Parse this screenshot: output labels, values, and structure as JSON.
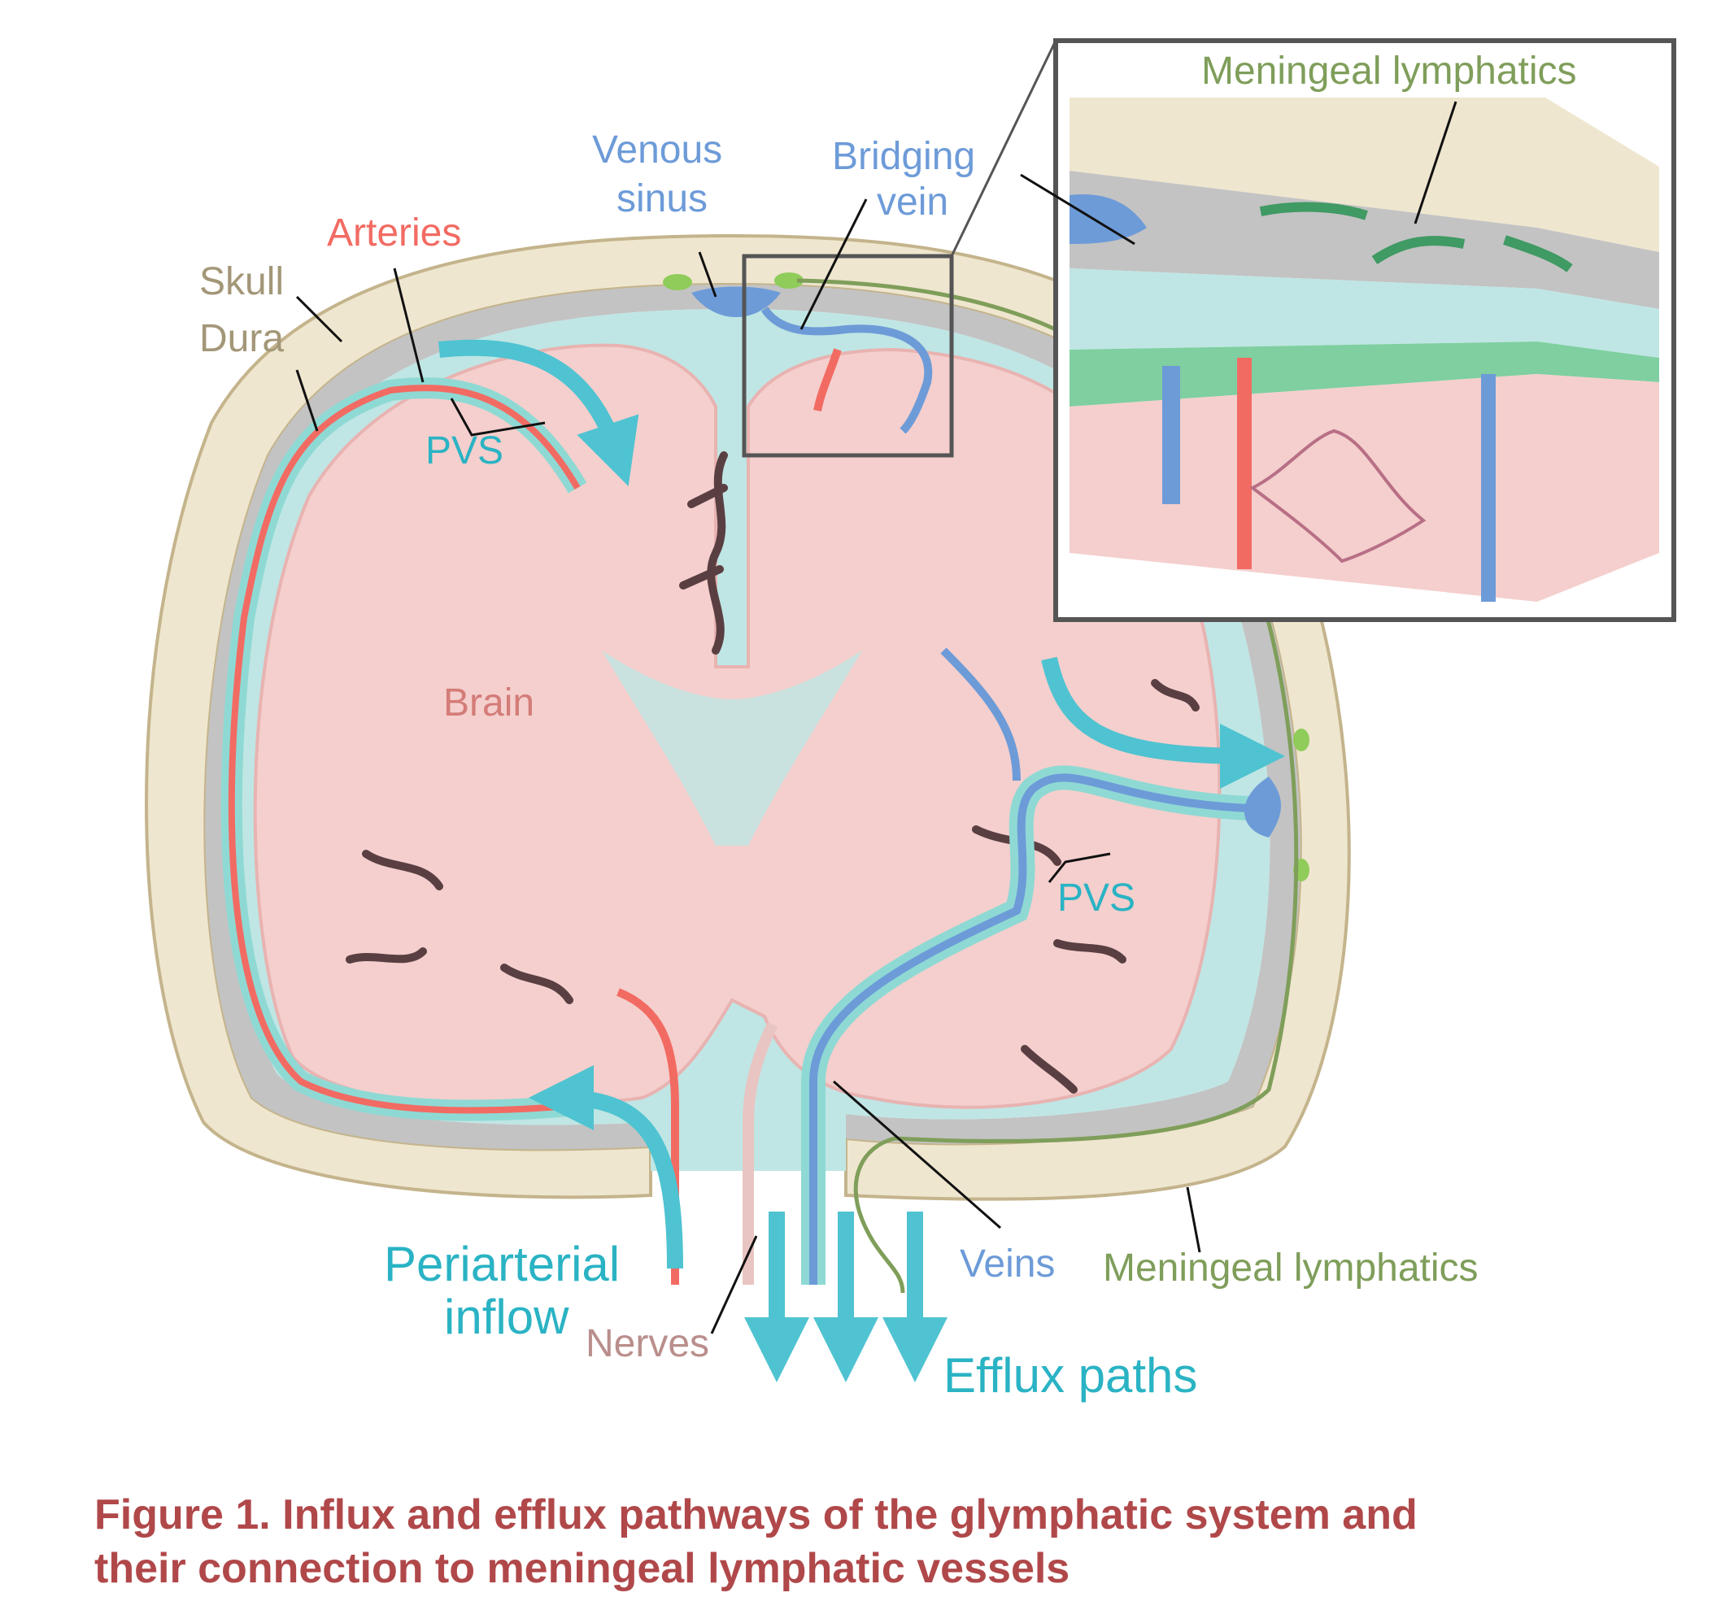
{
  "colors": {
    "skull": "#efe6cf",
    "skull_outline": "#c4b48c",
    "dura": "#c3c3c3",
    "csf": "#bfe6e4",
    "brain": "#f4cfcd",
    "brain_dark": "#e8b3b1",
    "artery": "#f26b63",
    "vein": "#6d9bd8",
    "pvs": "#8fd9d4",
    "flow_arrow": "#4fc3d1",
    "lymph": "#7f9e5a",
    "lymph_node": "#8fcc5a",
    "nerve": "#e8c5c2",
    "caption": "#b0484a",
    "label_gray": "#a39778",
    "label_arteries": "#f26b63",
    "label_veins": "#6d9bd8",
    "label_pvs": "#2ab3c4",
    "label_brain": "#d47c78",
    "label_nerves": "#b98e8c",
    "label_lymph": "#7f9e5a"
  },
  "labels": {
    "skull": "Skull",
    "dura": "Dura",
    "arteries": "Arteries",
    "venous_sinus_line1": "Venous",
    "venous_sinus_line2": "sinus",
    "bridging_vein_line1": "Bridging",
    "bridging_vein_line2": "vein",
    "pvs_top": "PVS",
    "pvs_right": "PVS",
    "brain": "Brain",
    "periarterial_line1": "Periarterial",
    "periarterial_line2": "inflow",
    "nerves": "Nerves",
    "efflux": "Efflux paths",
    "veins": "Veins",
    "meningeal_bottom": "Meningeal lymphatics",
    "meningeal_inset": "Meningeal lymphatics"
  },
  "caption": {
    "line1": "Figure 1.  Influx and efflux pathways of the glymphatic system and",
    "line2": "their connection to meningeal lymphatic vessels"
  }
}
